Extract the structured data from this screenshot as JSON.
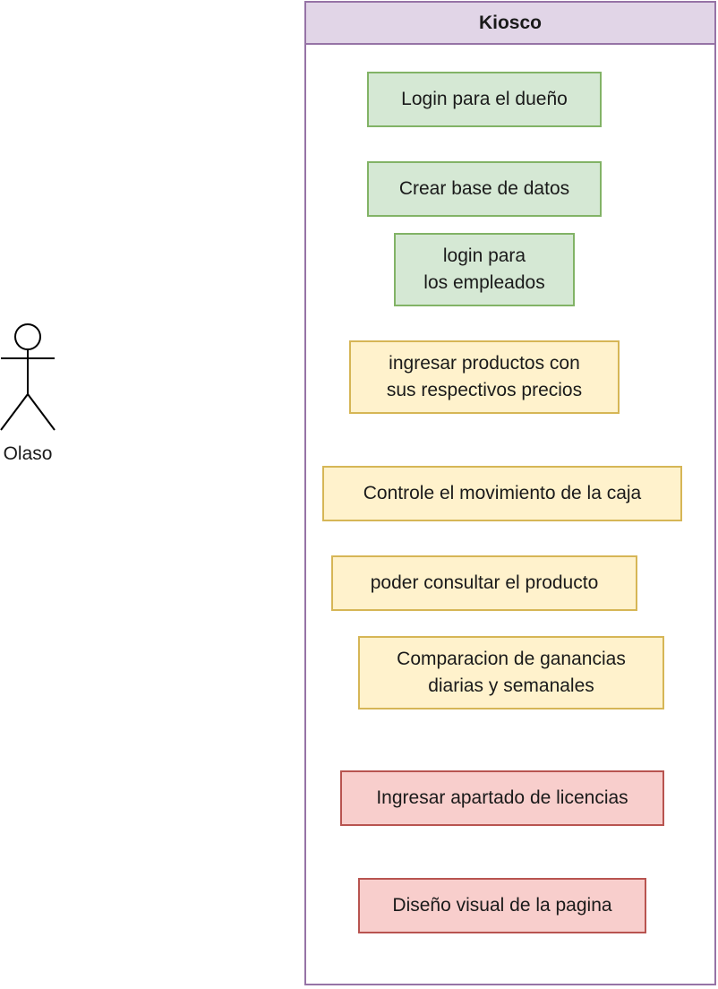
{
  "actor": {
    "name": "Olaso",
    "icon": "stick-figure-actor-icon"
  },
  "system": {
    "title": "Kiosco",
    "colors": {
      "header_fill": "#e1d5e7",
      "border": "#9673a6"
    }
  },
  "use_cases": [
    {
      "label": "Login para el dueño",
      "color": "green"
    },
    {
      "label": "Crear base de datos",
      "color": "green"
    },
    {
      "label": "login para\nlos empleados",
      "color": "green"
    },
    {
      "label": "ingresar productos con\nsus respectivos precios",
      "color": "yellow"
    },
    {
      "label": "Controle el movimiento de la caja",
      "color": "yellow"
    },
    {
      "label": "poder consultar el producto",
      "color": "yellow"
    },
    {
      "label": "Comparacion de ganancias\ndiarias y semanales",
      "color": "yellow"
    },
    {
      "label": "Ingresar apartado de licencias",
      "color": "red"
    },
    {
      "label": "Diseño visual de la pagina",
      "color": "red"
    }
  ],
  "palette": {
    "green": {
      "fill": "#d5e8d4",
      "stroke": "#82b366"
    },
    "yellow": {
      "fill": "#fff2cc",
      "stroke": "#d6b656"
    },
    "red": {
      "fill": "#f8cecc",
      "stroke": "#b85450"
    }
  }
}
